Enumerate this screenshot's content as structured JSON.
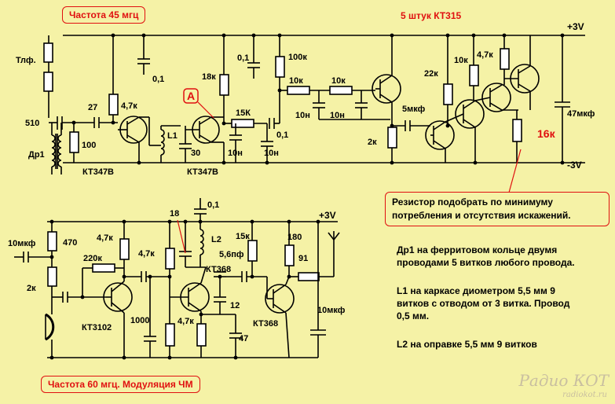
{
  "top": {
    "title": "Частота 45 мгц",
    "transistors_note": "5 штук  КТ315",
    "supply": "+3V",
    "ground": "-3V",
    "label_tlf": "Тлф.",
    "label_510": "510",
    "label_dr1": "Др1",
    "r_100": "100",
    "c_27": "27",
    "r_47k_a": "4,7к",
    "c_01_a": "0,1",
    "t1": "КТ347В",
    "l1": "L1",
    "c_30": "30",
    "t2": "КТ347В",
    "marker_a": "А",
    "r_18k": "18к",
    "r_15k": "15К",
    "c_10n_a": "10н",
    "c_10n_b": "10н",
    "c_01_b": "0,1",
    "c_01_c": "0,1",
    "r_100k": "100к",
    "r_10k_a": "10к",
    "r_10k_b": "10к",
    "c_10n_c": "10н",
    "c_10n_d": "10н",
    "r_2k": "2к",
    "c_5mkf": "5мкф",
    "r_22k": "22к",
    "r_10k_c": "10к",
    "r_47k_b": "4,7к",
    "c_47mkf": "47мкф",
    "r_16k": "16к"
  },
  "note_resistor": "Резистор подобрать по минимуму потребления и отсутствия искажений.",
  "bottom": {
    "title": "Частота 60 мгц. Модуляция ЧМ",
    "c_10mkf_a": "10мкф",
    "r_470": "470",
    "r_2k": "2к",
    "r_47k_a": "4,7к",
    "r_220k": "220к",
    "t1": "КТ3102",
    "c_1000": "1000",
    "r_47k_b": "4,7к",
    "c_18": "18",
    "c_01": "0,1",
    "l2": "L2",
    "c_56pf": "5,6пф",
    "t2": "КТ368",
    "r_47k_c": "4,7к",
    "c_12": "12",
    "c_47": "47",
    "r_15k": "15к",
    "r_180": "180",
    "r_91": "91",
    "t3": "КТ368",
    "supply": "+3V",
    "c_10mkf_b": "10мкф"
  },
  "notes": [
    "Др1 на ферритовом кольце двумя проводами 5 витков любого провода.",
    "L1 на каркасе диометром 5,5 мм 9 витков с отводом от 3 витка. Провод 0,5 мм.",
    "L2 на оправке 5,5 мм  9 витков"
  ],
  "watermark": "Радио КОТ",
  "watermark_url": "radiokot.ru",
  "colors": {
    "background": "#f5f2a6",
    "accent": "#e01010"
  }
}
